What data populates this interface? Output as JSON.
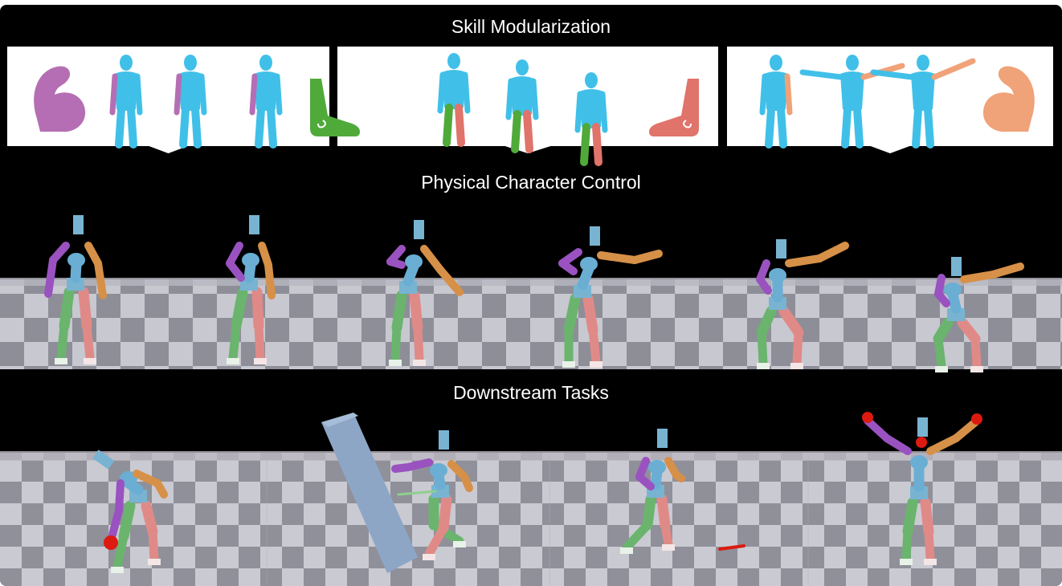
{
  "sections": {
    "skill_modularization": {
      "title": "Skill Modularization"
    },
    "physical_character_control": {
      "title": "Physical Character Control"
    },
    "downstream_tasks": {
      "title": "Downstream Tasks"
    }
  },
  "colors": {
    "background": "#000000",
    "panel": "#ffffff",
    "body": "#40c0e8",
    "torso": "#78b4d2",
    "left_arm": "#9a52c0",
    "right_arm": "#d69048",
    "left_leg": "#6ab46e",
    "right_leg": "#e08a88",
    "skill_left_arm": "#b56eb4",
    "skill_left_leg": "#4faa3a",
    "skill_right_leg": "#e0736a",
    "skill_right_arm": "#f0a278",
    "obstacle": "#8ea6c6",
    "target": "#dd1a10",
    "ground_light": "#c8c8d0",
    "ground_dark": "#8e8e98"
  },
  "icons": {
    "left_arm_skill": "flexed-arm-icon",
    "left_leg_skill": "foot-icon",
    "right_leg_skill": "foot-icon",
    "right_arm_skill": "flexed-arm-icon"
  }
}
